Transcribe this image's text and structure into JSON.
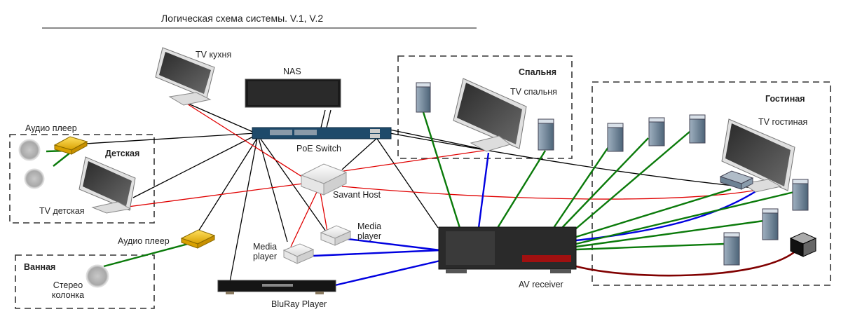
{
  "title": "Логическая схема системы.  V.1, V.2",
  "rooms": {
    "detskaya": "Детская",
    "vannaya": "Ванная",
    "spalnya": "Спальня",
    "gostinaya": "Гостиная"
  },
  "devices": {
    "tv_kitchen": "TV кухня",
    "nas": "NAS",
    "poe_switch": "PoE Switch",
    "audio_player_kids": "Аудио плеер",
    "tv_kids": "TV детская",
    "audio_player_bath": "Аудио плеер",
    "stereo_speaker_line1": "Стерео",
    "stereo_speaker_line2": "колонка",
    "savant_host": "Savant Host",
    "media_player_1_line1": "Media",
    "media_player_1_line2": "player",
    "media_player_2_line1": "Media",
    "media_player_2_line2": "player",
    "bluray": "BluRay Player",
    "tv_bedroom": "TV спальня",
    "av_receiver": "AV receiver",
    "tv_living": "TV гостиная"
  },
  "colors": {
    "network": "#000000",
    "control": "#e00000",
    "hdmi": "#0000e0",
    "speaker": "#0a7a0a",
    "sub": "#800000"
  }
}
